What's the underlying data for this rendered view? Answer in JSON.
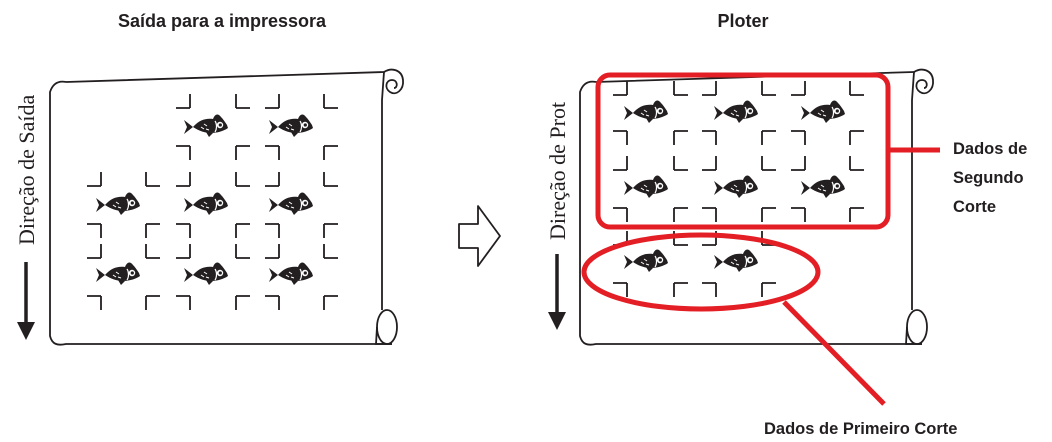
{
  "left_panel": {
    "title": "Saída para a impressora",
    "direction_label": "Direção de Saída",
    "fish_rows": [
      2,
      3,
      3
    ]
  },
  "right_panel": {
    "title": "Ploter",
    "direction_label": "Direção de Prot",
    "fish_rows": [
      3,
      3,
      2
    ]
  },
  "callouts": {
    "second_cut": [
      "Dados de",
      "Segundo",
      "Corte"
    ],
    "first_cut": "Dados de Primeiro Corte"
  },
  "colors": {
    "ink": "#231f20",
    "highlight": "#e31e24"
  },
  "icons": {
    "transition_arrow": "hollow-right-arrow-icon",
    "direction_arrow": "down-arrow-icon",
    "fish": "fish-icon",
    "crop_mark": "crop-mark-icon"
  }
}
